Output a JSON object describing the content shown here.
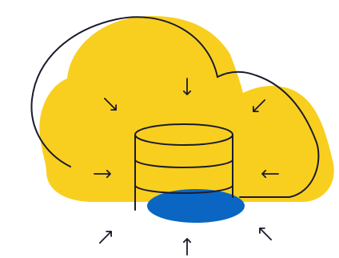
{
  "illustration": {
    "subject": "database-cloud",
    "colors": {
      "background": "#ffffff",
      "cloud_fill": "#F9CF1F",
      "ellipse_fill": "#0A66C2",
      "outline": "#1B1B2F"
    },
    "arrows": [
      {
        "name": "arrow-top-left-icon",
        "direction": "down-right"
      },
      {
        "name": "arrow-top-icon",
        "direction": "down"
      },
      {
        "name": "arrow-top-right-icon",
        "direction": "down-left"
      },
      {
        "name": "arrow-left-icon",
        "direction": "right"
      },
      {
        "name": "arrow-right-icon",
        "direction": "left"
      },
      {
        "name": "arrow-bottom-left-icon",
        "direction": "up-right"
      },
      {
        "name": "arrow-bottom-icon",
        "direction": "up"
      },
      {
        "name": "arrow-bottom-right-icon",
        "direction": "up-left"
      }
    ]
  }
}
